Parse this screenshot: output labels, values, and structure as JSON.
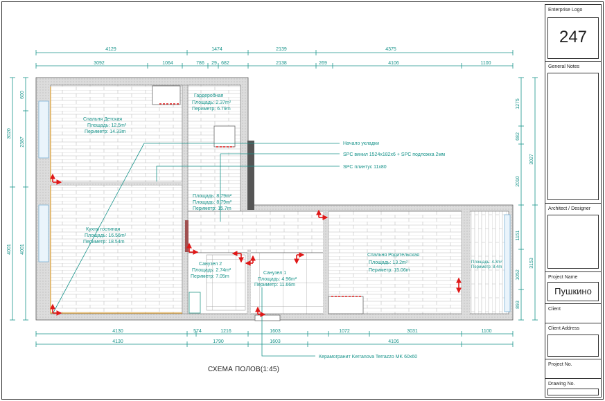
{
  "title_block": {
    "enterprise_logo_label": "Enterprise Logo",
    "logo_number": "247",
    "general_notes_label": "General Notes",
    "architect_label": "Architect / Designer",
    "project_name_label": "Project Name",
    "project_name_value": "Пушкино",
    "client_label": "Client",
    "client_address_label": "Client Address",
    "project_no_label": "Project No.",
    "drawing_no_label": "Drawing No."
  },
  "caption": "СХЕМА ПОЛОВ(1:45)",
  "dims_top": {
    "overall": [
      "4129",
      "1474",
      "2139",
      "4375"
    ],
    "detail": [
      "3092",
      "1064",
      "786",
      "29",
      "682",
      "2138",
      "269",
      "4106",
      "1100"
    ]
  },
  "dims_bottom": {
    "row1": [
      "4130",
      "574",
      "1216",
      "1603",
      "1072",
      "3031",
      "1100"
    ],
    "row2": [
      "4130",
      "1790",
      "1603",
      "4106"
    ]
  },
  "dims_left": {
    "outer": [
      "3020",
      "4001"
    ],
    "inner": [
      "600",
      "2387",
      "4001"
    ]
  },
  "dims_right": {
    "outer": [
      "3027",
      "3153"
    ],
    "inner": [
      "1275",
      "682",
      "2010",
      "1151",
      "1052",
      "893"
    ]
  },
  "rooms": {
    "bedroom_kids": {
      "name": "Спальня Детская",
      "area": "Площадь: 12.5m²",
      "perimeter": "Периметр: 14.33m"
    },
    "wardrobe": {
      "name": "Гардеробная",
      "area": "Площадь: 2.37m²",
      "perimeter": "Периметр: 6.79m"
    },
    "hall": {
      "line1": "Площадь: 8.79m²",
      "line2": "Площадь: 8.79m²",
      "perimeter": "Периметр: 15.7m"
    },
    "kitchen": {
      "name": "Кухня гостиная",
      "area": "Площадь: 16.56m²",
      "perimeter": "Периметр: 18.54m"
    },
    "bath2": {
      "name": "Санузел 2",
      "area": "Площадь: 2.74m²",
      "perimeter": "Периметр: 7.05m"
    },
    "bath1": {
      "name": "Санузел 1",
      "area": "Площадь: 4.96m²",
      "perimeter": "Периметр: 11.66m"
    },
    "bedroom_parents": {
      "name": "Спальня Родительская",
      "area": "Площадь: 13.2m²",
      "perimeter": "Периметр: 15.06m"
    },
    "balcony": {
      "line1": "Площадь: 4.3m²",
      "line2": "Периметр: 8.4m"
    }
  },
  "callouts": {
    "start": "Начало укладки",
    "spc": "SPC винил 1524x182x6 + SPC подложка 2мм",
    "plinth": "SPC плинтус 11x80",
    "tile": "Керамогранит Kerranova Terrazzo MK 60x60"
  },
  "colors": {
    "dim": "#17938a",
    "arrow": "#e01818",
    "wall": "#d9d9d9"
  }
}
